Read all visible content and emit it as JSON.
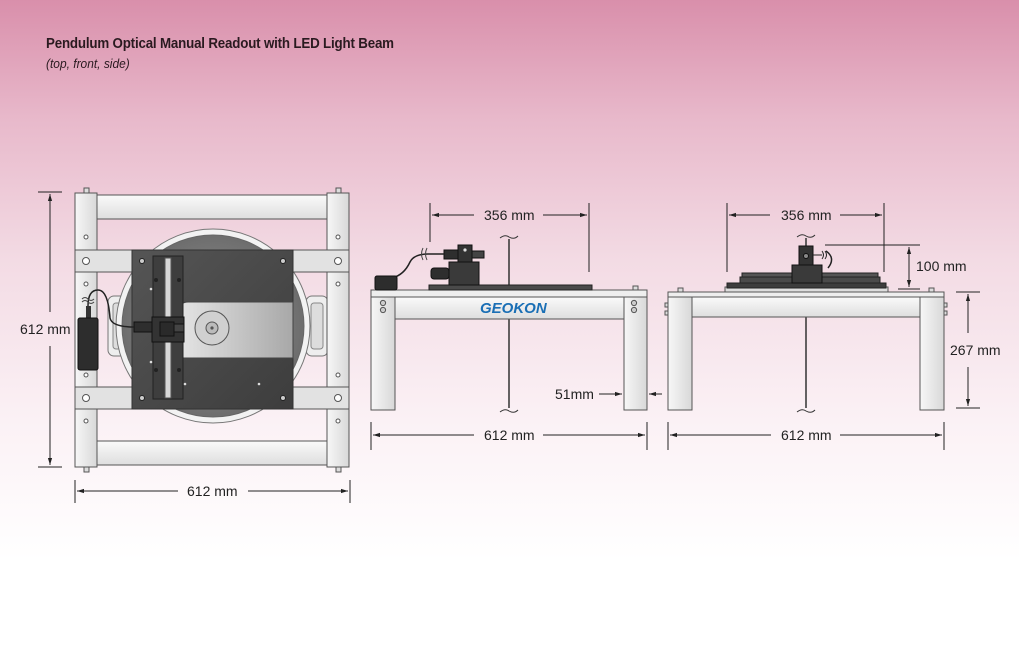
{
  "header": {
    "title": "Pendulum Optical Manual Readout with LED Light Beam",
    "subtitle": "(top, front, side)"
  },
  "views": {
    "top": {
      "label": "top",
      "dimensions": {
        "height": "612 mm",
        "width": "612 mm"
      }
    },
    "front": {
      "label": "front",
      "logo": "GEOKON",
      "dimensions": {
        "span": "356 mm",
        "width": "612 mm",
        "leg": "51mm"
      }
    },
    "side": {
      "label": "side",
      "dimensions": {
        "span": "356 mm",
        "beam_height": "100 mm",
        "table_height": "267 mm",
        "width": "612 mm"
      }
    }
  },
  "colors": {
    "frame_fill": "#eeeeee",
    "frame_stroke": "#555555",
    "plate_dark": "#4a4a4a",
    "logo_blue": "#1a6fb5",
    "logo_dark": "#1d2a5a"
  }
}
